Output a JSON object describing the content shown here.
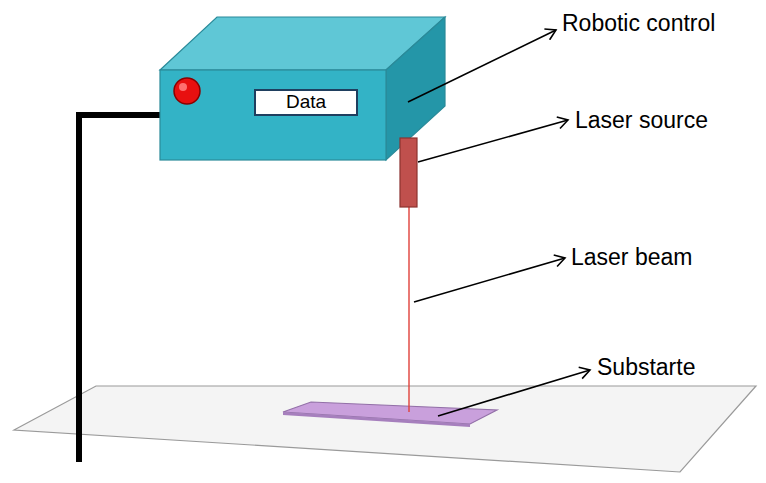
{
  "diagram": {
    "nodes": [
      {
        "text": [
          "Data"
        ]
      }
    ],
    "labels": [
      "Robotic control",
      "Laser source",
      "Laser beam",
      "Substarte"
    ]
  }
}
